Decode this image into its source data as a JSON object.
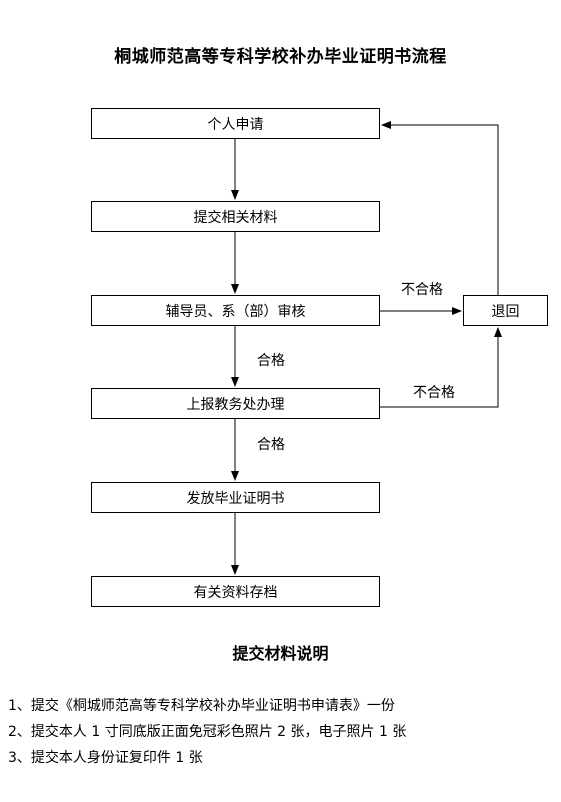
{
  "title": "桐城师范高等专科学校补办毕业证明书流程",
  "steps": [
    "个人申请",
    "提交相关材料",
    "辅导员、系（部）审核",
    "上报教务处办理",
    "发放毕业证明书",
    "有关资料存档"
  ],
  "reject_box": "退回",
  "edge_labels": {
    "pass_1": "合格",
    "pass_2": "合格",
    "fail_1": "不合格",
    "fail_2": "不合格"
  },
  "notes_title": "提交材料说明",
  "notes": [
    "1、提交《桐城师范高等专科学校补办毕业证明书申请表》一份",
    "2、提交本人 1 寸同底版正面免冠彩色照片 2 张，电子照片 1 张",
    "3、提交本人身份证复印件 1 张"
  ]
}
